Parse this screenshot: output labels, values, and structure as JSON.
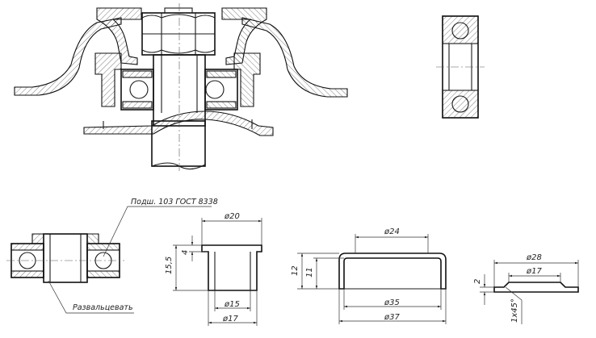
{
  "notes": {
    "bearing_spec": "Подш. 103 ГОСТ 8338",
    "flare": "Развальцевать"
  },
  "dims": {
    "bush_d20": "ø20",
    "bush_h155": "15,5",
    "bush_h4": "4",
    "bush_d15": "ø15",
    "bush_d17": "ø17",
    "cap_d24": "ø24",
    "cap_h12": "12",
    "cap_h11": "11",
    "cap_d35": "ø35",
    "cap_d37": "ø37",
    "washer_d28": "ø28",
    "washer_d17": "ø17",
    "washer_h2": "2",
    "washer_chamfer": "1x45°"
  }
}
